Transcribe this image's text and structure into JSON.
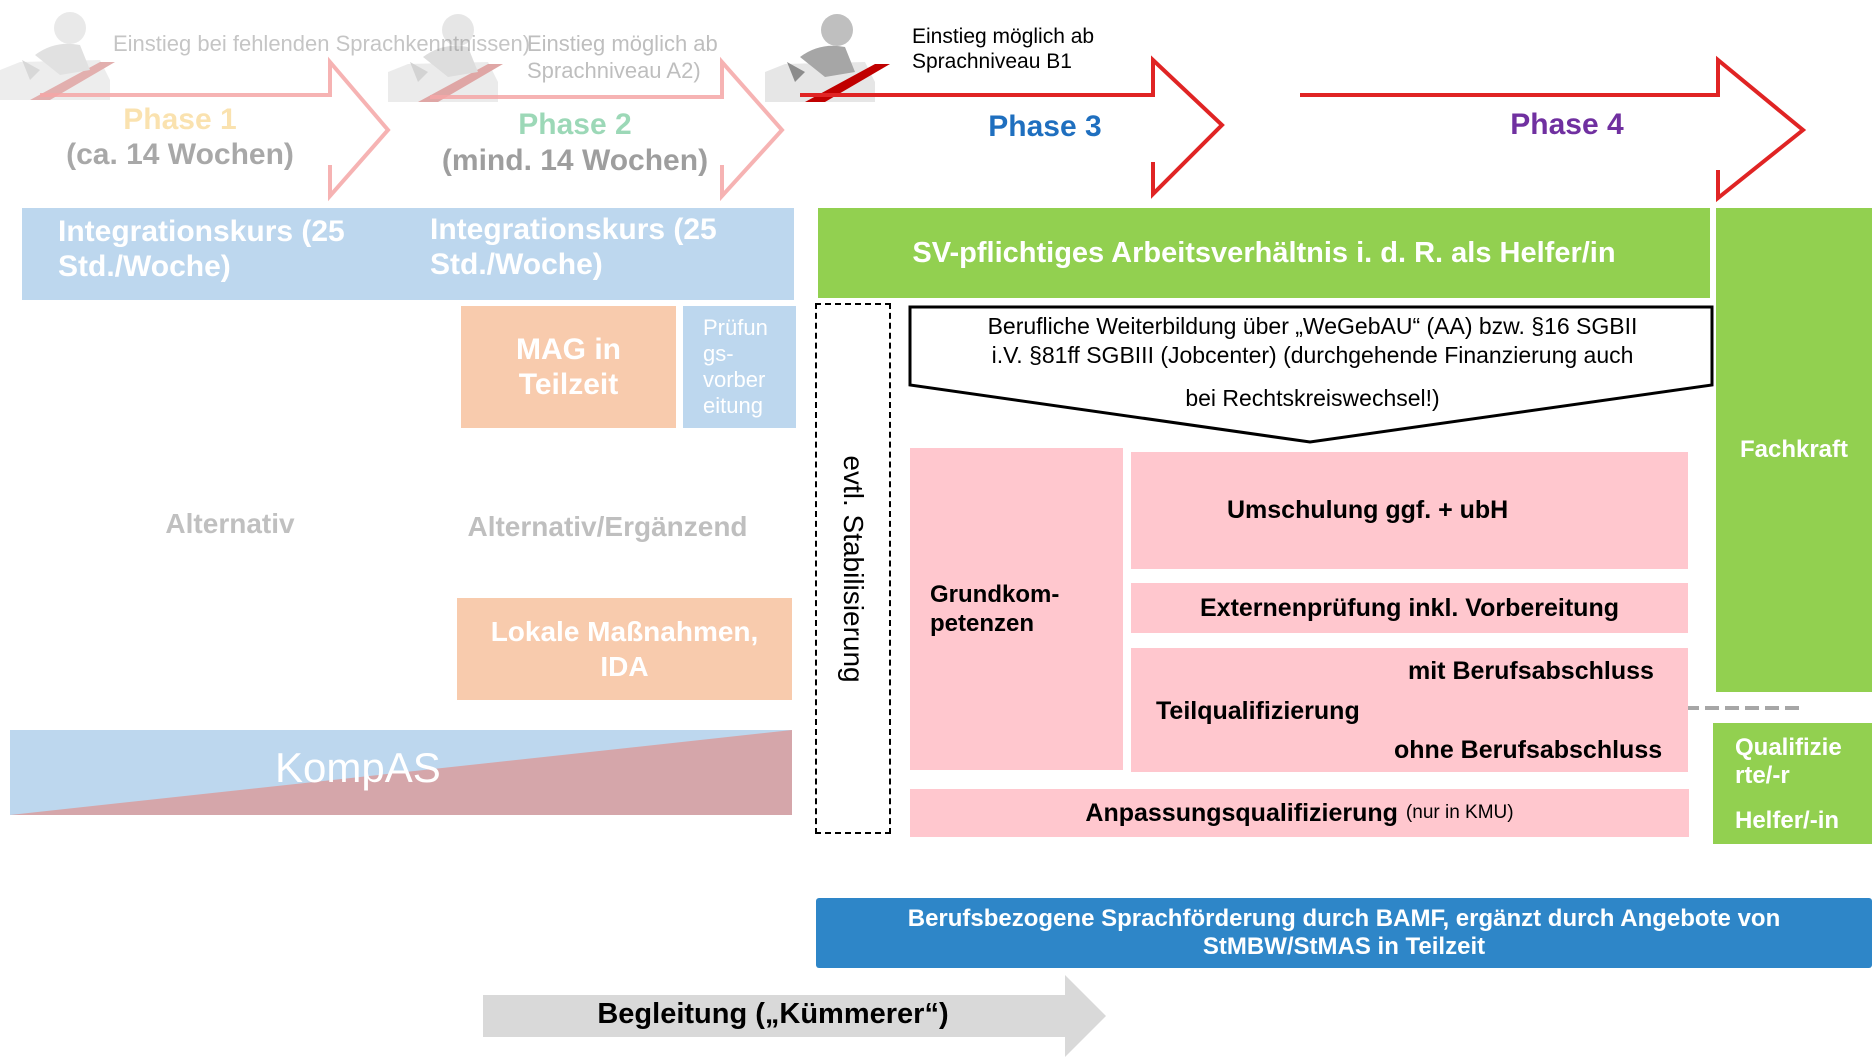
{
  "phases": [
    {
      "entry": "Einstieg bei fehlenden Sprachkenntnissen)",
      "title": "Phase 1",
      "duration": "(ca. 14 Wochen)"
    },
    {
      "entry": "Einstieg möglich ab Sprachniveau A2)",
      "title": "Phase 2",
      "duration": "(mind. 14 Wochen)"
    },
    {
      "entry": "Einstieg möglich ab Sprachniveau B1",
      "title": "Phase 3"
    },
    {
      "title": "Phase 4"
    }
  ],
  "integration_1": "Integrationskurs (25 Std./Woche)",
  "integration_2": "Integrationskurs (25 Std./Woche)",
  "mag": "MAG in Teilzeit",
  "pruefung": "Prüfun gs-vorber eitung",
  "alternativ": "Alternativ",
  "alternativ_ergaenzend": "Alternativ/Ergänzend",
  "lokale": "Lokale Maßnahmen, IDA",
  "kompas": "KompAS",
  "stabilisierung": "evtl. Stabilisierung",
  "sv_pflichtig": "SV-pflichtiges Arbeitsverhältnis i. d. R. als Helfer/in",
  "fachkraft": "Fachkraft",
  "weiterbildung": {
    "line1": "Berufliche Weiterbildung über „WeGebAU“ (AA) bzw. §16 SGBII",
    "line2": "i.V. §81ff SGBIII (Jobcenter) (durchgehende Finanzierung auch",
    "line3": "bei Rechtskreiswechsel!)"
  },
  "grundkompetenzen": "Grundkom-petenzen",
  "umschulung": "Umschulung ggf. + ubH",
  "externen": "Externenprüfung inkl. Vorbereitung",
  "teilqualifizierung": "Teilqualifizierung",
  "mit_abschluss": "mit Berufsabschluss",
  "ohne_abschluss": "ohne Berufsabschluss",
  "anpassung": "Anpassungsqualifizierung",
  "anpassung_note": "(nur in KMU)",
  "qualifizierte": "Qualifizie rte/-r",
  "helfer": "Helfer/-in",
  "sprachfoerderung": "Berufsbezogene Sprachförderung durch BAMF, ergänzt durch Angebote von StMBW/StMAS in Teilzeit",
  "begleitung": "Begleitung („Kümmerer“)",
  "colors": {
    "phase1": "#f5c050",
    "phase2": "#3cb371",
    "phase3": "#1f6fbf",
    "phase4": "#7030a0",
    "arrow_red": "#e02424",
    "blue_light": "#bdd7ee",
    "green": "#92d050",
    "salmon": "#f8cbad",
    "pink": "#ffc7ce",
    "blue_dark": "#2e86c8",
    "gray": "#d0d0d0"
  }
}
